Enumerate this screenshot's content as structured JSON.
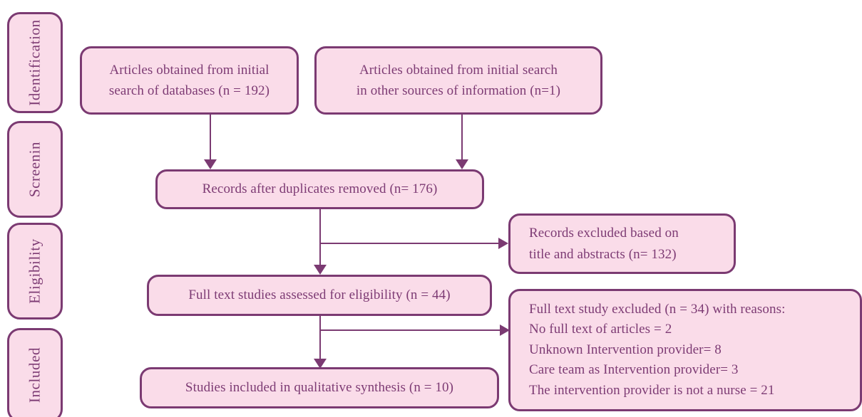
{
  "diagram": {
    "type": "prisma-flow-diagram",
    "colors": {
      "node_fill": "#fadce9",
      "node_border": "#7b3a72",
      "node_text": "#7d3b74",
      "connector": "#7b3a72",
      "background": "#ffffff"
    },
    "stages": [
      {
        "id": "identification",
        "label": "Identification"
      },
      {
        "id": "screening",
        "label": "Screenin"
      },
      {
        "id": "eligibility",
        "label": "Eligibility"
      },
      {
        "id": "included",
        "label": "Included"
      }
    ],
    "nodes": {
      "initial_databases": {
        "line1": "Articles obtained from initial",
        "line2": "search of databases (n = 192)"
      },
      "initial_other_sources": {
        "line1": "Articles obtained from initial search",
        "line2": "in other sources of information (n=1)"
      },
      "after_duplicates": {
        "line1": "Records after duplicates removed (n= 176)"
      },
      "records_excluded": {
        "line1": "Records excluded based on",
        "line2": "title and abstracts (n= 132)"
      },
      "fulltext_assessed": {
        "line1": "Full text studies assessed for eligibility (n = 44)"
      },
      "fulltext_excluded": {
        "line1": "Full text study excluded (n = 34) with reasons:",
        "line2": "No full text of articles = 2",
        "line3": "Unknown Intervention provider= 8",
        "line4": "Care team as Intervention provider= 3",
        "line5": "The intervention provider is not a nurse = 21"
      },
      "studies_included": {
        "line1": "Studies included in qualitative synthesis (n = 10)"
      }
    },
    "chart_data": {
      "type": "diagram",
      "title": "PRISMA study selection flow",
      "counts": {
        "records_from_databases": 192,
        "records_from_other_sources": 1,
        "records_after_duplicates_removed": 176,
        "records_excluded_title_abstract": 132,
        "full_text_assessed": 44,
        "full_text_excluded": 34,
        "studies_included": 10
      },
      "exclusion_reasons": [
        {
          "reason": "No full text of articles",
          "count": 2
        },
        {
          "reason": "Unknown Intervention provider",
          "count": 8
        },
        {
          "reason": "Care team as Intervention provider",
          "count": 3
        },
        {
          "reason": "The intervention provider is not a nurse",
          "count": 21
        }
      ]
    }
  }
}
